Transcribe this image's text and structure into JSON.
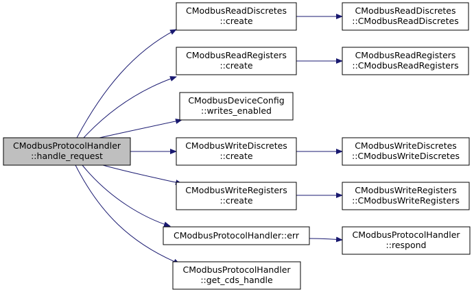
{
  "colors": {
    "edge": "#191970",
    "node_border": "#000000",
    "root_fill": "#bfbfbf",
    "node_fill": "#ffffff"
  },
  "nodes": {
    "root": {
      "line1": "CModbusProtocolHandler",
      "line2": "::handle_request"
    },
    "read_discretes_create": {
      "line1": "CModbusReadDiscretes",
      "line2": "::create"
    },
    "read_registers_create": {
      "line1": "CModbusReadRegisters",
      "line2": "::create"
    },
    "device_config_writes_enabled": {
      "line1": "CModbusDeviceConfig",
      "line2": "::writes_enabled"
    },
    "write_discretes_create": {
      "line1": "CModbusWriteDiscretes",
      "line2": "::create"
    },
    "write_registers_create": {
      "line1": "CModbusWriteRegisters",
      "line2": "::create"
    },
    "protocol_handler_err": {
      "line1": "CModbusProtocolHandler::err"
    },
    "protocol_handler_get_cds_handle": {
      "line1": "CModbusProtocolHandler",
      "line2": "::get_cds_handle"
    },
    "read_discretes_ctor": {
      "line1": "CModbusReadDiscretes",
      "line2": "::CModbusReadDiscretes"
    },
    "read_registers_ctor": {
      "line1": "CModbusReadRegisters",
      "line2": "::CModbusReadRegisters"
    },
    "write_discretes_ctor": {
      "line1": "CModbusWriteDiscretes",
      "line2": "::CModbusWriteDiscretes"
    },
    "write_registers_ctor": {
      "line1": "CModbusWriteRegisters",
      "line2": "::CModbusWriteRegisters"
    },
    "protocol_handler_respond": {
      "line1": "CModbusProtocolHandler",
      "line2": "::respond"
    }
  }
}
